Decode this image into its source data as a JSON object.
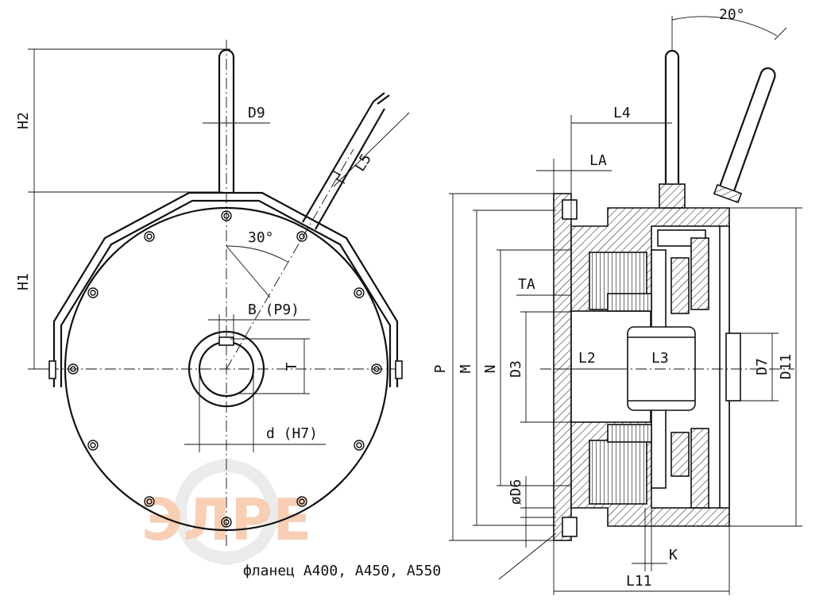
{
  "labels": {
    "h2": "H2",
    "h1": "H1",
    "d9": "D9",
    "l5": "L5",
    "angle30": "30°",
    "b_p9": "B (P9)",
    "t": "T",
    "d_h7": "d (H7)",
    "angle20": "20°",
    "l4": "L4",
    "la": "LA",
    "ta": "TA",
    "p": "P",
    "m": "M",
    "n": "N",
    "d3": "D3",
    "l2": "L2",
    "l3": "L3",
    "d7": "D7",
    "d11": "D11",
    "d6": "øD6",
    "k": "K",
    "l11": "L11",
    "flange_note": "фланец А400, А450, А550"
  },
  "watermark": {
    "text": "ЭЛРЕ",
    "color": "#f3a77a",
    "gear_color": "#dcdcdc"
  }
}
